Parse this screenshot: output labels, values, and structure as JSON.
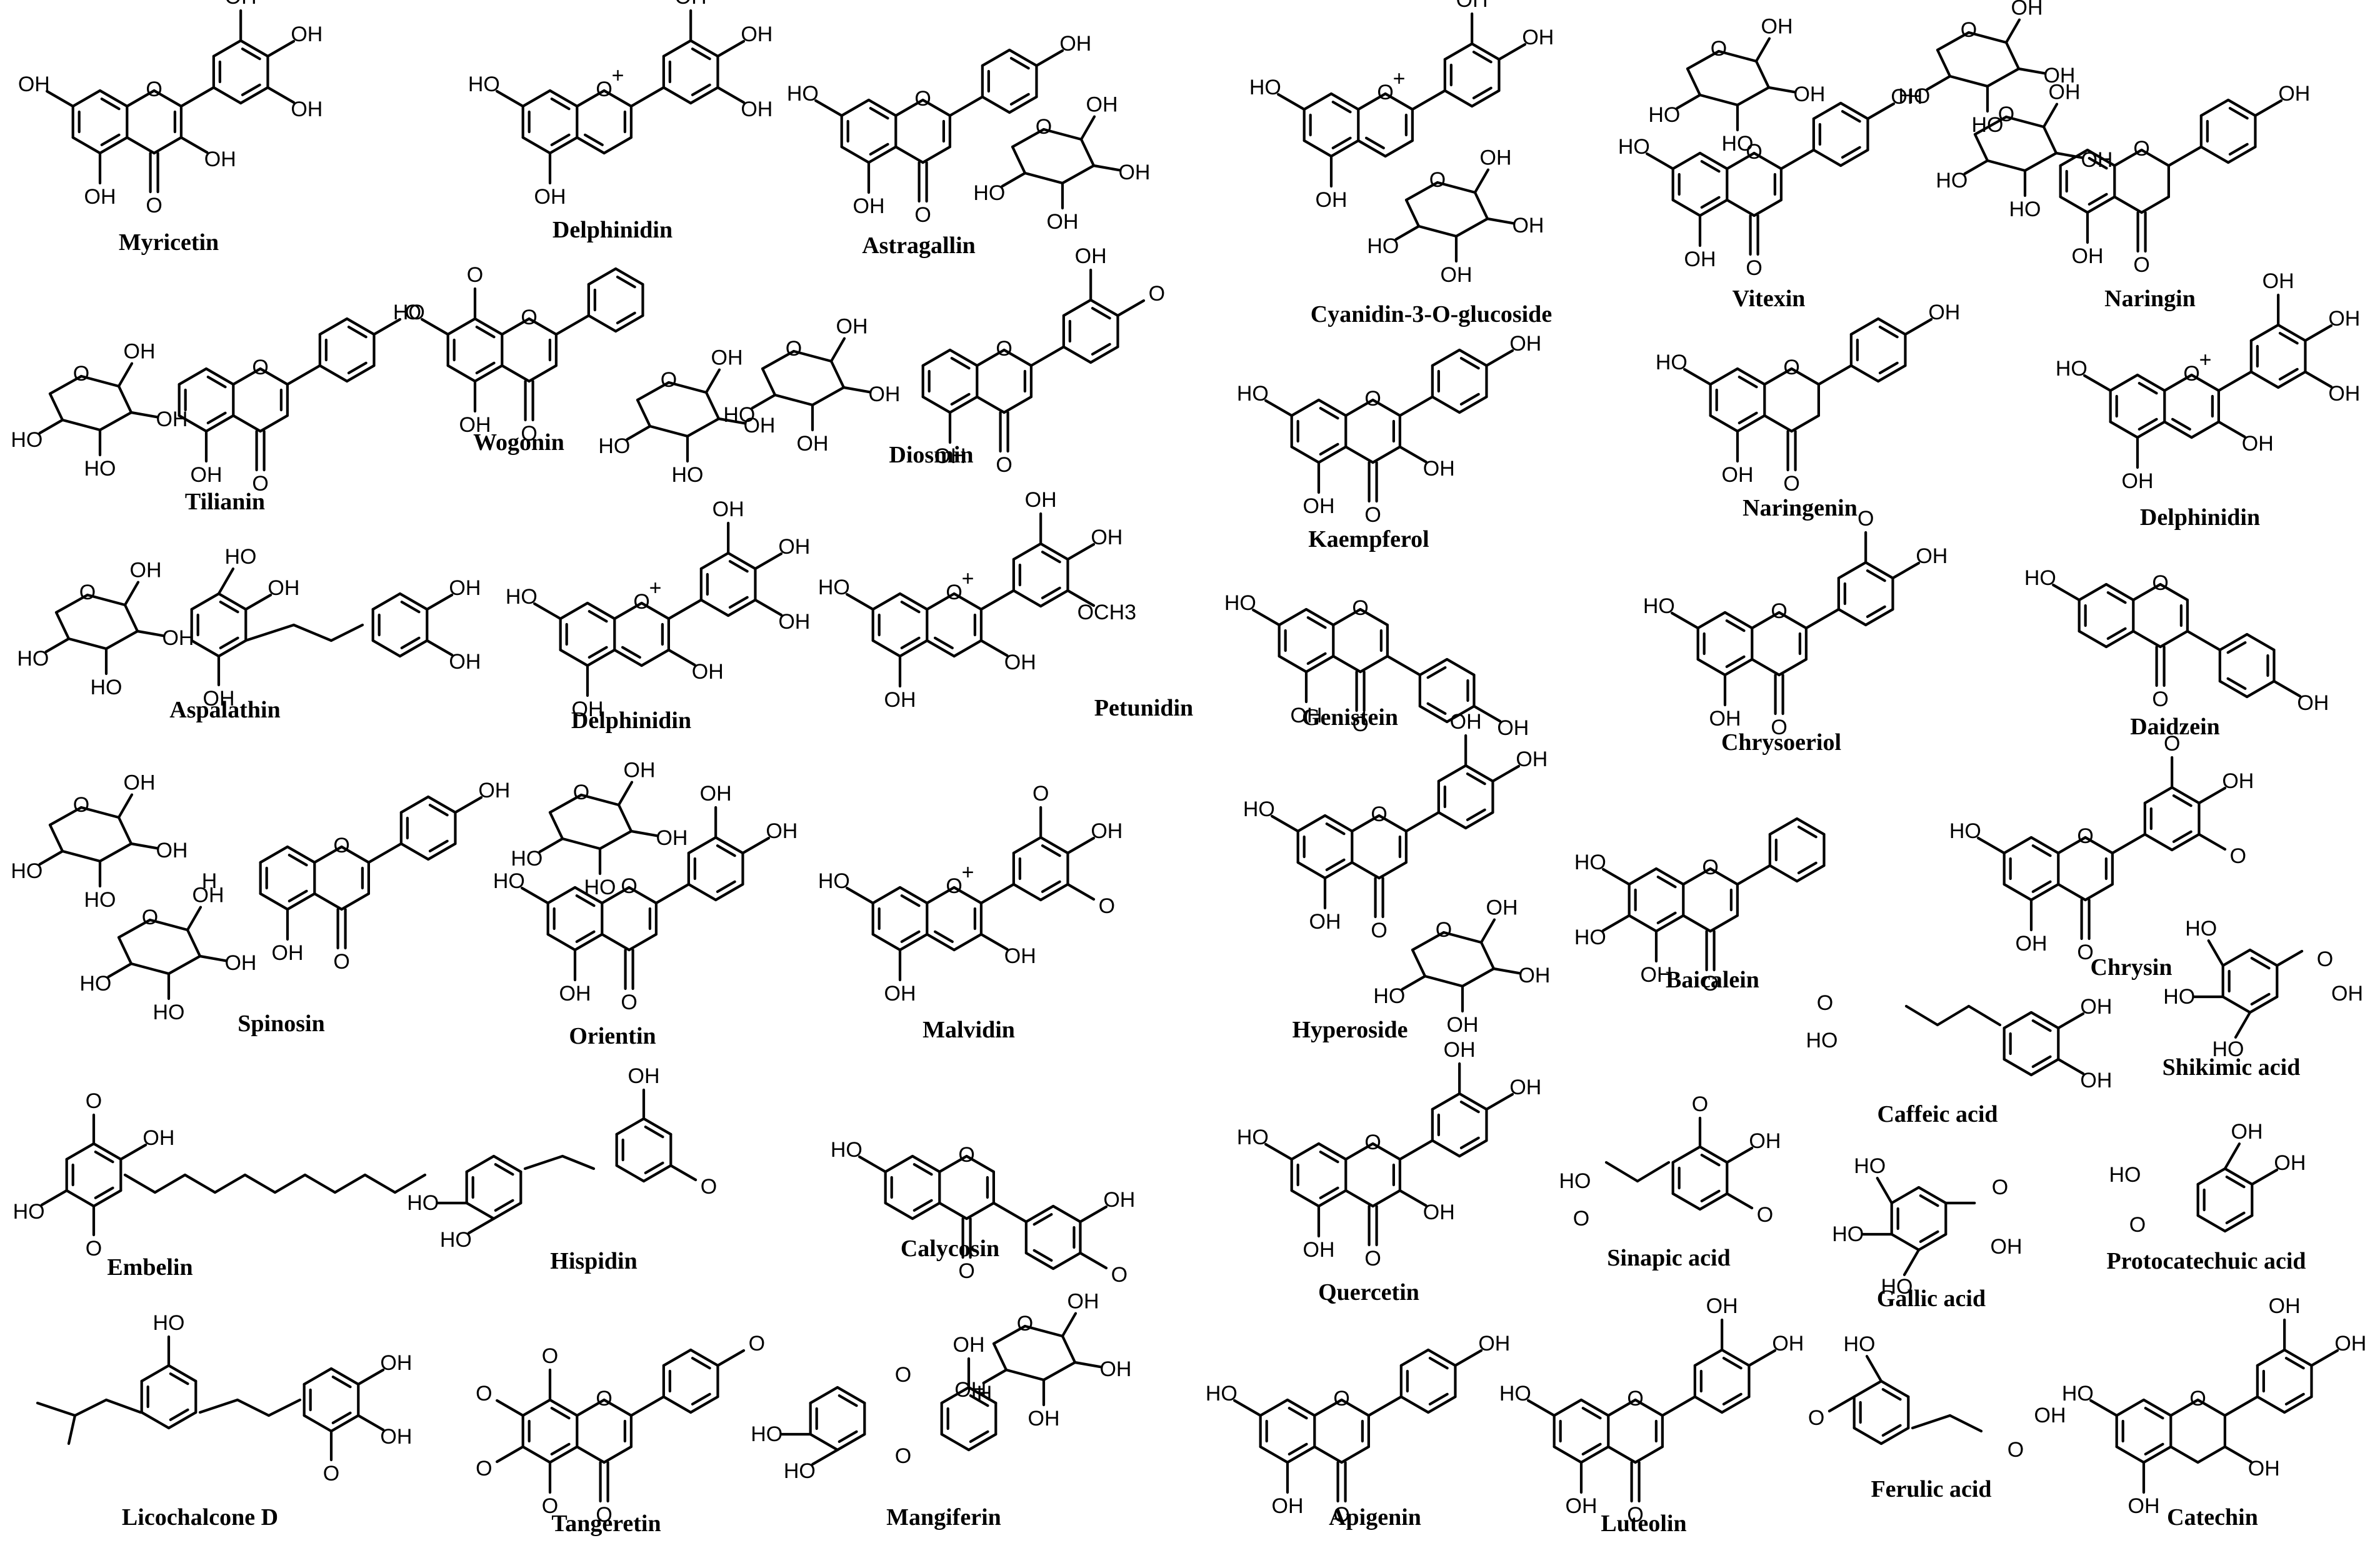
{
  "compounds": [
    {
      "name": "Myricetin",
      "kind": "flavonol",
      "subs": {
        "r3": "OH",
        "r5": "OH",
        "r7": "OH",
        "b3": "OH",
        "b4": "OH",
        "b5": "OH"
      }
    },
    {
      "name": "Delphinidin",
      "kind": "anthocyanidin",
      "subs": {
        "r3": "",
        "r5": "OH",
        "r7": "HO",
        "b3": "OH",
        "b4": "OH",
        "b5": "OH"
      }
    },
    {
      "name": "Astragallin",
      "kind": "flavonol-glycoside",
      "subs": {
        "r5": "OH",
        "r7": "HO",
        "b4": "OH"
      }
    },
    {
      "name": "Cyanidin-3-O-glucoside",
      "kind": "anthocyanin-glycoside",
      "subs": {
        "r5": "OH",
        "r7": "HO",
        "b3": "OH",
        "b4": "OH"
      }
    },
    {
      "name": "Vitexin",
      "kind": "c-glycosyl-flavone",
      "subs": {
        "r5": "OH",
        "r7": "HO",
        "b4": "OH"
      }
    },
    {
      "name": "Naringin",
      "kind": "flavanone-glycoside",
      "subs": {
        "r5": "OH",
        "b4": "OH"
      }
    },
    {
      "name": "Tilianin",
      "kind": "flavone-glycoside",
      "subs": {
        "r5": "OH",
        "b4": "O"
      }
    },
    {
      "name": "Wogonin",
      "kind": "flavone",
      "subs": {
        "r5": "OH",
        "r7": "HO",
        "r8": "O"
      }
    },
    {
      "name": "Diosmin",
      "kind": "flavone-glycoside",
      "subs": {
        "r5": "OH",
        "b3": "OH",
        "b4": "O"
      }
    },
    {
      "name": "Kaempferol",
      "kind": "flavonol",
      "subs": {
        "r3": "OH",
        "r5": "OH",
        "r7": "HO",
        "b4": "OH"
      }
    },
    {
      "name": "Naringenin",
      "kind": "flavanone",
      "subs": {
        "r5": "OH",
        "r7": "HO",
        "b4": "OH"
      }
    },
    {
      "name": "Delphinidin",
      "kind": "anthocyanidin",
      "subs": {
        "r3": "OH",
        "r5": "OH",
        "r7": "HO",
        "b3": "OH",
        "b4": "OH",
        "b5": "OH"
      }
    },
    {
      "name": "Aspalathin",
      "kind": "dihydrochalcone",
      "subs": {}
    },
    {
      "name": "Delphinidin",
      "kind": "anthocyanidin",
      "subs": {
        "r3": "OH",
        "r5": "OH",
        "r7": "HO",
        "b3": "OH",
        "b4": "OH",
        "b5": "OH"
      }
    },
    {
      "name": "Petunidin",
      "kind": "anthocyanidin",
      "subs": {
        "r3": "OH",
        "r5": "OH",
        "r7": "HO",
        "b3": "OH",
        "b4": "OH",
        "b5": "OCH3"
      }
    },
    {
      "name": "Genistein",
      "kind": "isoflavone",
      "subs": {
        "r5": "OH",
        "r7": "HO",
        "b4": "OH"
      }
    },
    {
      "name": "Chrysoeriol",
      "kind": "flavone",
      "subs": {
        "r5": "OH",
        "r7": "HO",
        "b3": "O",
        "b4": "OH"
      }
    },
    {
      "name": "Daidzein",
      "kind": "isoflavone",
      "subs": {
        "r7": "HO",
        "b4": "OH"
      }
    },
    {
      "name": "Spinosin",
      "kind": "c-glycosyl-flavone",
      "subs": {
        "r5": "OH",
        "b4": "OH"
      }
    },
    {
      "name": "Orientin",
      "kind": "c-glycosyl-flavone",
      "subs": {
        "r5": "OH",
        "r7": "HO",
        "b3": "OH",
        "b4": "OH"
      }
    },
    {
      "name": "Malvidin",
      "kind": "anthocyanidin",
      "subs": {
        "r3": "OH",
        "r5": "OH",
        "r7": "HO",
        "b3": "O",
        "b4": "OH",
        "b5": "O"
      }
    },
    {
      "name": "Hyperoside",
      "kind": "flavonol-glycoside",
      "subs": {
        "r5": "OH",
        "r7": "HO",
        "b3": "OH",
        "b4": "OH"
      }
    },
    {
      "name": "Baicalein",
      "kind": "flavone",
      "subs": {
        "r5": "OH",
        "r6": "HO",
        "r7": "HO"
      }
    },
    {
      "name": "Chrysin",
      "kind": "flavone",
      "subs": {
        "r5": "OH",
        "r7": "HO",
        "b3": "O",
        "b4": "OH",
        "b5": "O"
      }
    },
    {
      "name": "Shikimic acid",
      "kind": "small"
    },
    {
      "name": "Caffeic acid",
      "kind": "small"
    },
    {
      "name": "Embelin",
      "kind": "small"
    },
    {
      "name": "Hispidin",
      "kind": "small"
    },
    {
      "name": "Calycosin",
      "kind": "isoflavone",
      "subs": {
        "r7": "HO",
        "b3": "OH",
        "b4": "O"
      }
    },
    {
      "name": "Quercetin",
      "kind": "flavonol",
      "subs": {
        "r3": "OH",
        "r5": "OH",
        "r7": "HO",
        "b3": "OH",
        "b4": "OH"
      }
    },
    {
      "name": "Sinapic acid",
      "kind": "small"
    },
    {
      "name": "Gallic acid",
      "kind": "small"
    },
    {
      "name": "Protocatechuic acid",
      "kind": "small"
    },
    {
      "name": "Licochalcone D",
      "kind": "chalcone"
    },
    {
      "name": "Tangeretin",
      "kind": "flavone",
      "subs": {
        "r5": "O",
        "r6": "O",
        "r7": "O",
        "r8": "O",
        "b4": "O"
      }
    },
    {
      "name": "Mangiferin",
      "kind": "xanthone-glycoside"
    },
    {
      "name": "Apigenin",
      "kind": "flavone",
      "subs": {
        "r5": "OH",
        "r7": "HO",
        "b4": "OH"
      }
    },
    {
      "name": "Luteolin",
      "kind": "flavone",
      "subs": {
        "r5": "OH",
        "r7": "HO",
        "b3": "OH",
        "b4": "OH"
      }
    },
    {
      "name": "Ferulic acid",
      "kind": "small"
    },
    {
      "name": "Catechin",
      "kind": "flavan-3-ol",
      "subs": {
        "r3": "OH",
        "r5": "OH",
        "r7": "HO",
        "b3": "OH",
        "b4": "OH"
      }
    }
  ],
  "atoms": {
    "oh": "OH",
    "ho": "HO",
    "o": "O",
    "h": "H",
    "och3": "OCH3",
    "plus": "+"
  }
}
